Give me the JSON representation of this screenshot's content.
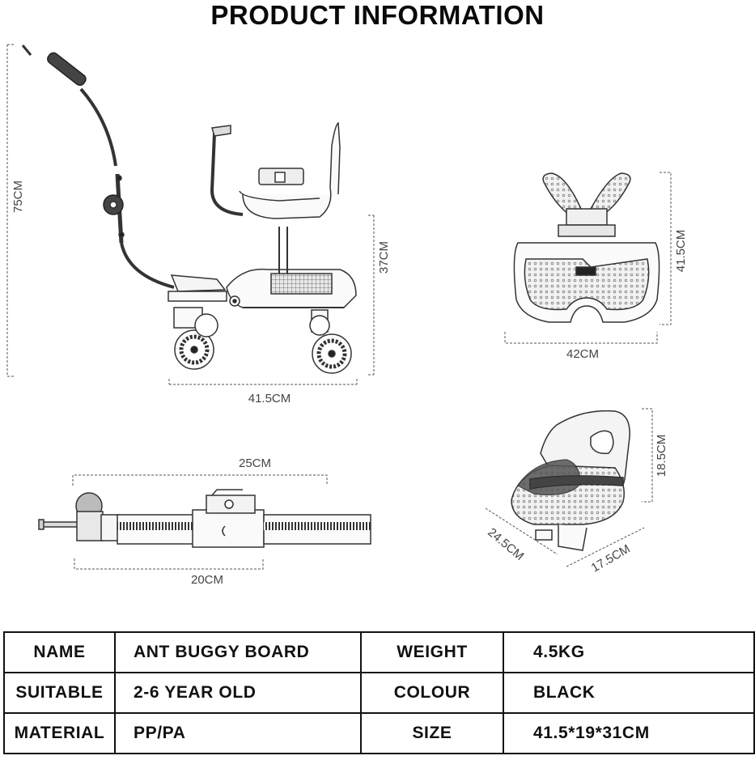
{
  "header": {
    "title": "PRODUCT INFORMATION"
  },
  "diagrams": {
    "stroller": {
      "height": "75CM",
      "board_height": "37CM",
      "length": "41.5CM"
    },
    "board_top": {
      "width": "42CM",
      "height": "41.5CM"
    },
    "connector": {
      "top_length": "25CM",
      "bottom_length": "20CM"
    },
    "seat": {
      "height": "18.5CM",
      "depth": "24.5CM",
      "width": "17.5CM"
    }
  },
  "spec_table": {
    "rows": [
      {
        "label": "NAME",
        "value": "ANT BUGGY BOARD",
        "label2": "WEIGHT",
        "value2": "4.5KG"
      },
      {
        "label": "SUITABLE",
        "value": "2-6 YEAR OLD",
        "label2": "COLOUR",
        "value2": "BLACK"
      },
      {
        "label": "MATERIAL",
        "value": "PP/PA",
        "label2": "SIZE",
        "value2": "41.5*19*31CM"
      }
    ]
  }
}
